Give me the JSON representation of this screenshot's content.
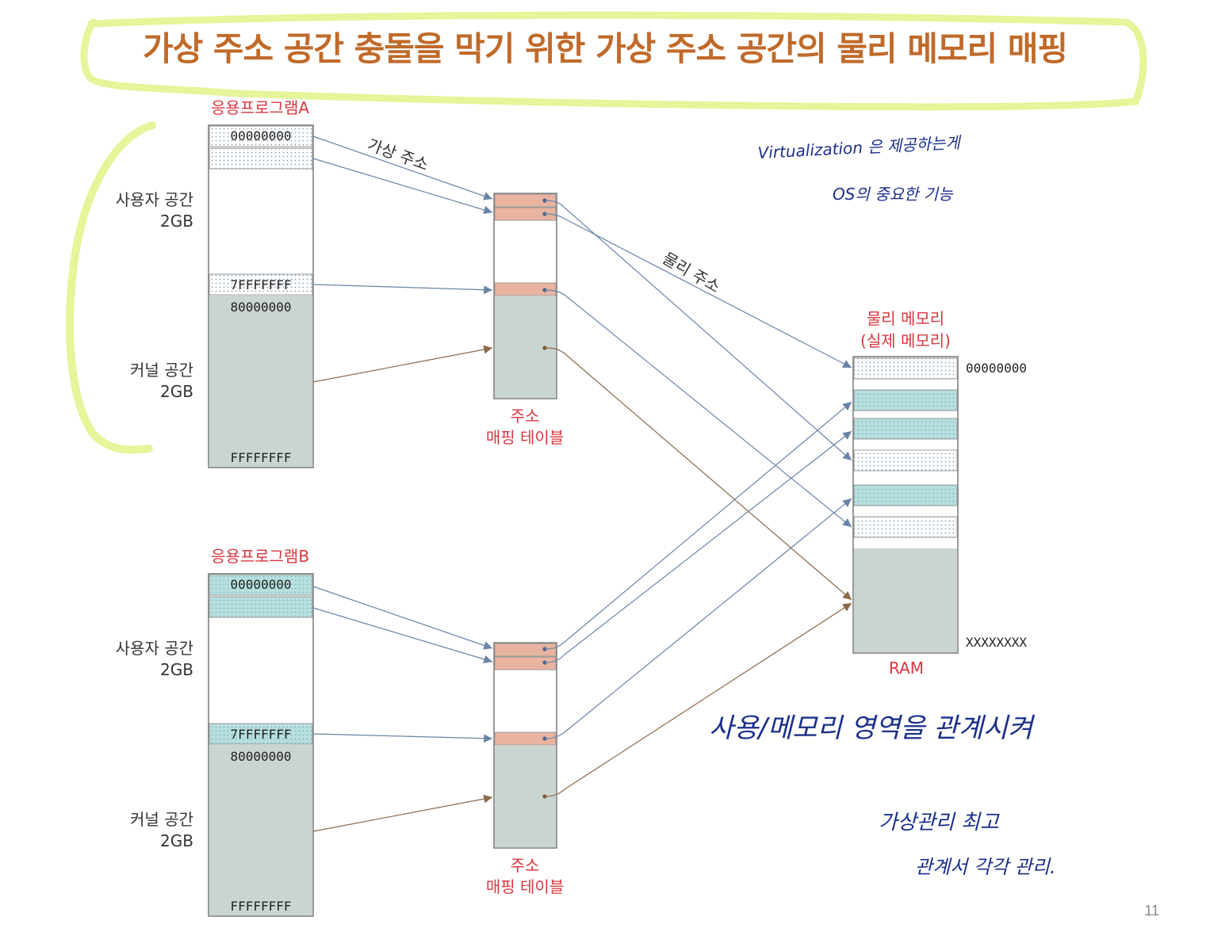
{
  "title": "가상 주소 공간 충돌을 막기 위한 가상 주소 공간의 물리 메모리 매핑",
  "colors": {
    "highlight": "#e4f59a",
    "title": "#c06a2a",
    "label_red": "#d9363e",
    "kernel_gray": "#cbd5cf",
    "mapped_orange": "#e8b4a0",
    "dotted_cyan": "#b8dfe0",
    "arrow_blue": "#6a84a8",
    "arrow_brown": "#8a6a4a",
    "handwriting": "#1b2f8a"
  },
  "program_a": {
    "name": "응용프로그램A",
    "user_label": "사용자 공간",
    "user_size": "2GB",
    "kernel_label": "커널 공간",
    "kernel_size": "2GB",
    "addr_start": "00000000",
    "addr_user_end": "7FFFFFFF",
    "addr_kernel_start": "80000000",
    "addr_end": "FFFFFFFF"
  },
  "program_b": {
    "name": "응용프로그램B",
    "user_label": "사용자 공간",
    "user_size": "2GB",
    "kernel_label": "커널 공간",
    "kernel_size": "2GB",
    "addr_start": "00000000",
    "addr_user_end": "7FFFFFFF",
    "addr_kernel_start": "80000000",
    "addr_end": "FFFFFFFF"
  },
  "mapping_table": {
    "line1": "주소",
    "line2": "매핑 테이블"
  },
  "arrow_labels": {
    "virtual": "가상 주소",
    "physical": "물리 주소"
  },
  "physical_memory": {
    "title_line1": "물리 메모리",
    "title_line2": "(실제 메모리)",
    "addr_start": "00000000",
    "addr_end": "XXXXXXXX",
    "caption": "RAM"
  },
  "handwritten_notes": {
    "note1": "Virtualization 은 제공하는게",
    "note2": "OS의 중요한 기능",
    "note3": "사용/메모리 영역을 관계시켜",
    "note4": "가상관리 최고",
    "note5": "관계서 각각 관리."
  },
  "page_number": "11"
}
